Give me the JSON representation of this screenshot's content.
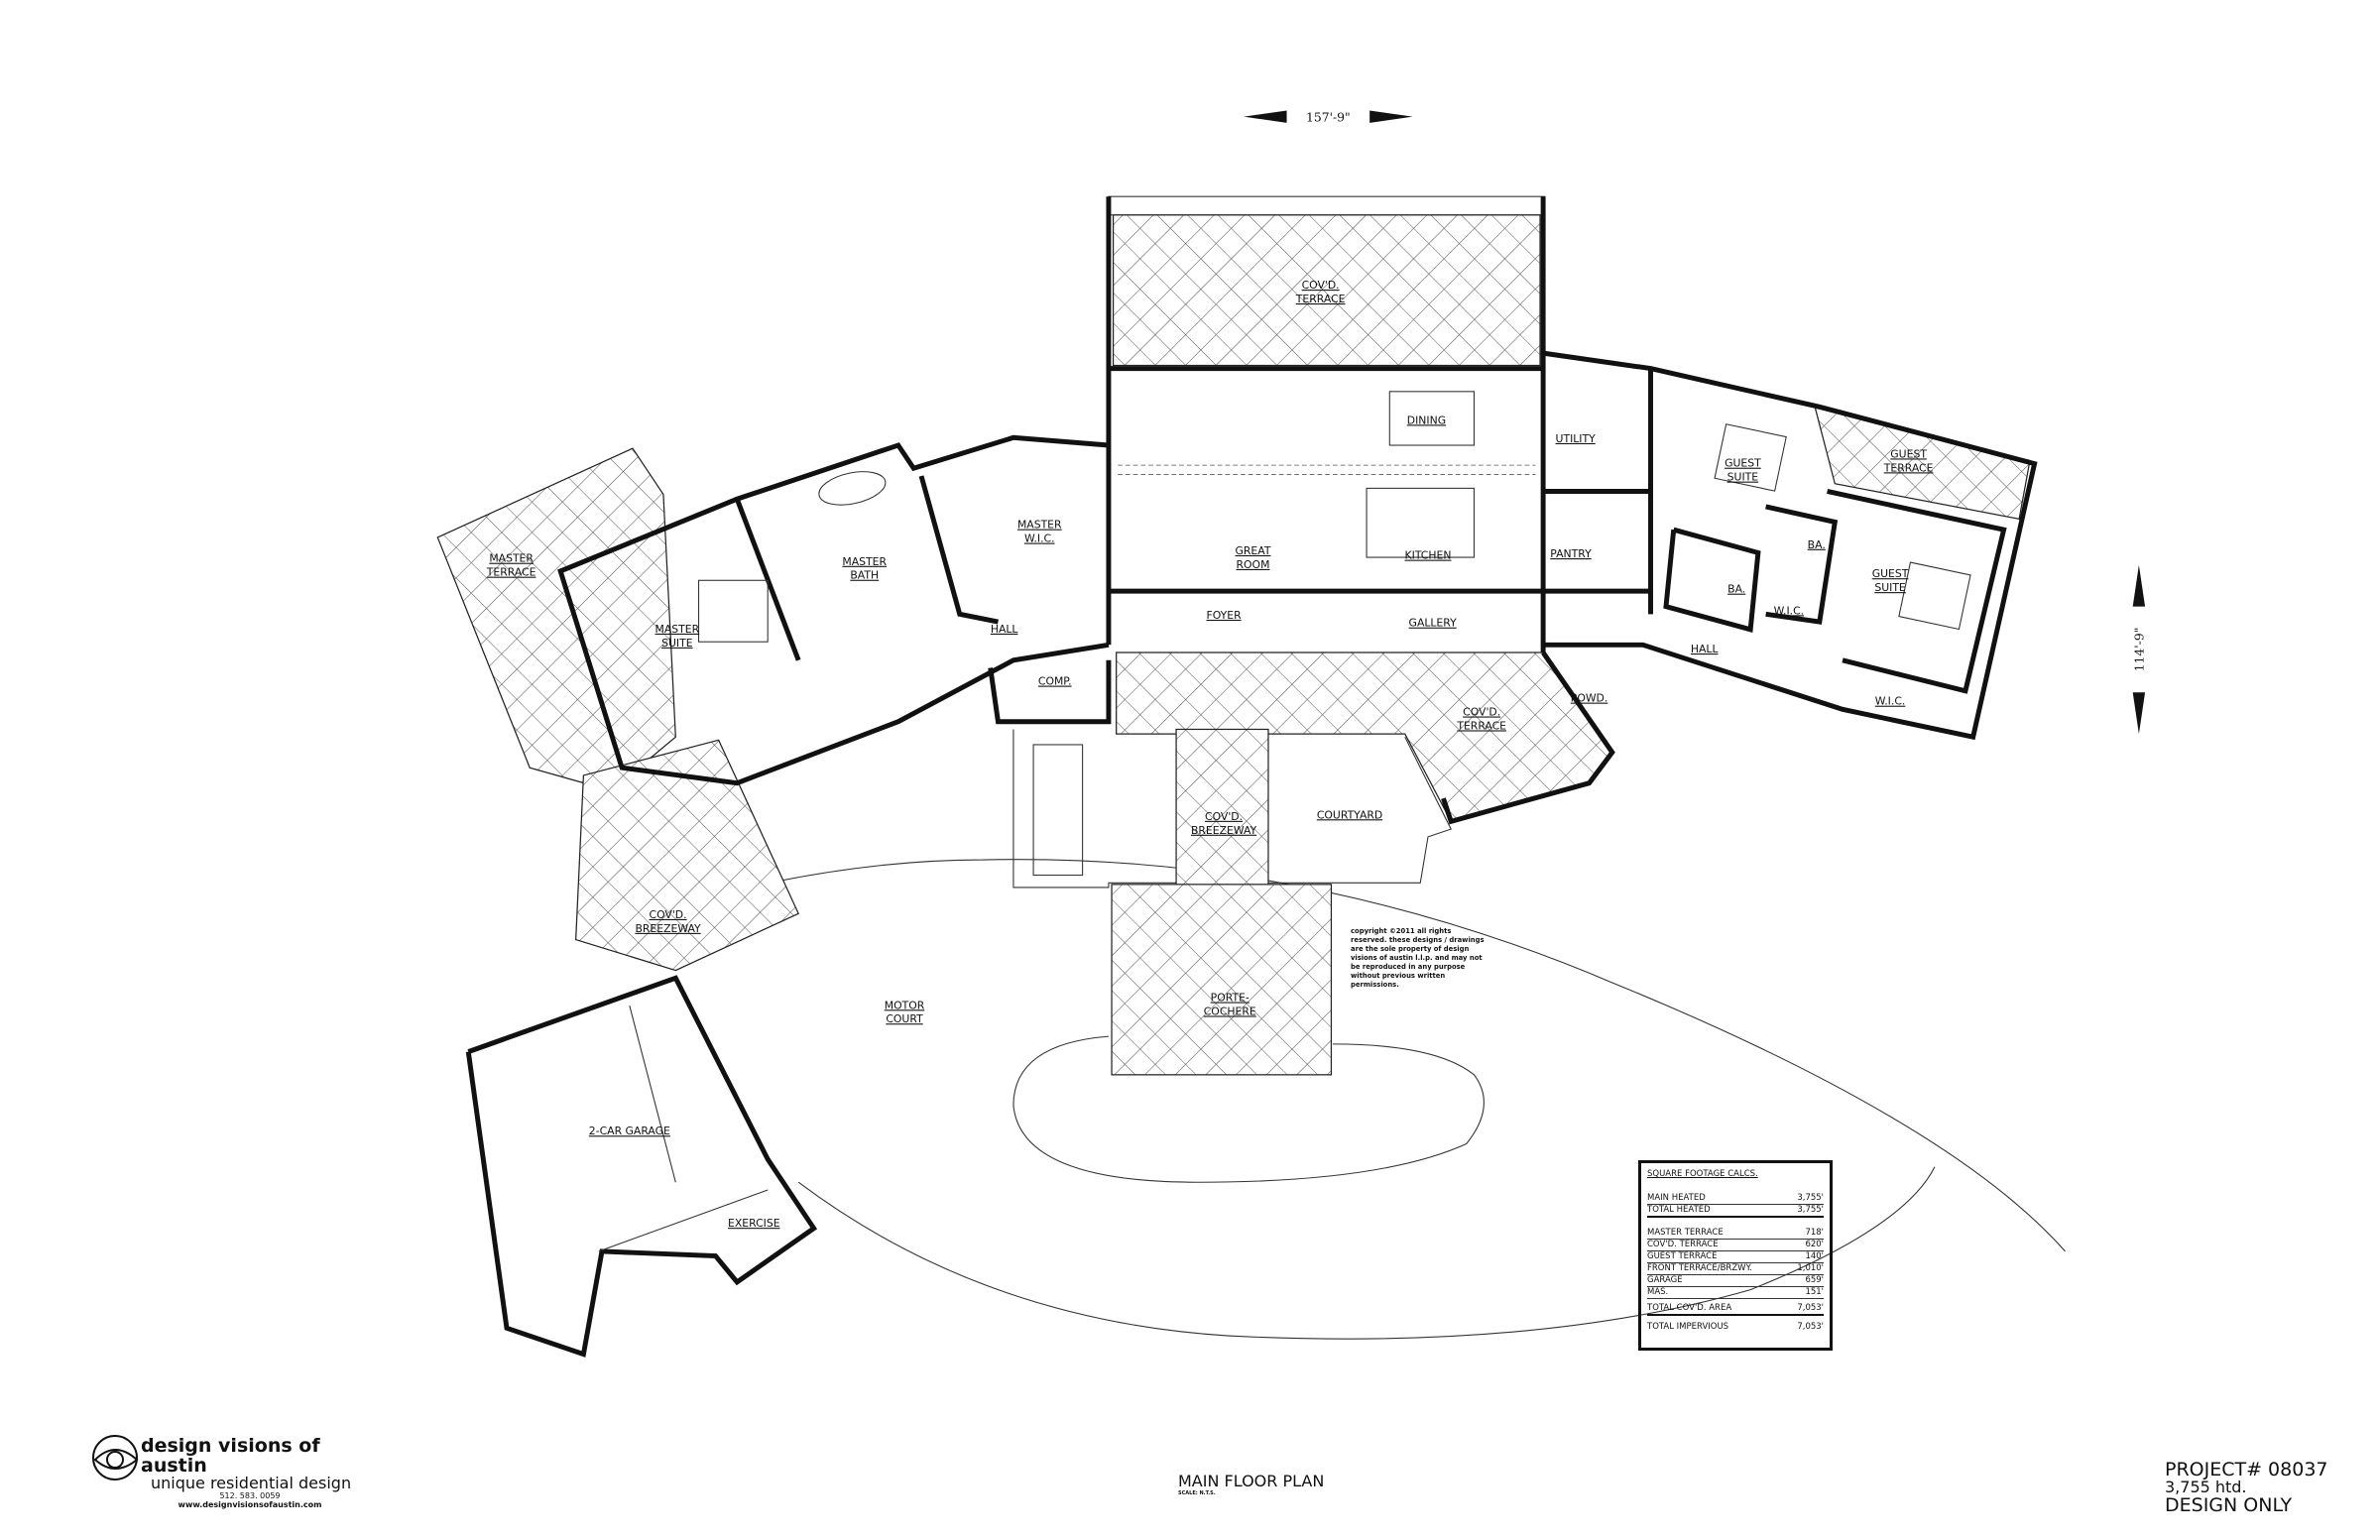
{
  "dimensions": {
    "width": "157'-9\"",
    "depth": "114'-9\""
  },
  "rooms": {
    "covd_terrace_rear": [
      "COV'D.",
      "TERRACE"
    ],
    "dining": "DINING",
    "utility": "UTILITY",
    "guest_suite_1": [
      "GUEST",
      "SUITE"
    ],
    "guest_terrace": [
      "GUEST",
      "TERRACE"
    ],
    "ba_1": "BA.",
    "ba_2": "BA.",
    "wic_guest_1": "W.I.C.",
    "guest_suite_2": [
      "GUEST",
      "SUITE"
    ],
    "hall_right": "HALL",
    "wic_guest_2": "W.I.C.",
    "master_wic": [
      "MASTER",
      "W.I.C."
    ],
    "great_room": [
      "GREAT",
      "ROOM"
    ],
    "kitchen": "KITCHEN",
    "pantry": "PANTRY",
    "master_bath": [
      "MASTER",
      "BATH"
    ],
    "master_terrace": [
      "MASTER",
      "TERRACE"
    ],
    "master_suite": [
      "MASTER",
      "SUITE"
    ],
    "hall_left": "HALL",
    "foyer": "FOYER",
    "gallery": "GALLERY",
    "comp": "COMP.",
    "powd": "POWD.",
    "covd_terrace_front": [
      "COV'D.",
      "TERRACE"
    ],
    "covd_breezeway_center": [
      "COV'D.",
      "BREEZEWAY"
    ],
    "courtyard": "COURTYARD",
    "covd_breezeway_left": [
      "COV'D.",
      "BREEZEWAY"
    ],
    "motor_court": [
      "MOTOR",
      "COURT"
    ],
    "porte_cochere": [
      "PORTE-",
      "COCHERE"
    ],
    "garage": "2-CAR GARAGE",
    "exercise": "EXERCISE"
  },
  "copyright": "copyright ©2011 all rights reserved. these designs / drawings are the sole property of design visions of austin l.l.p. and may not be reproduced in any purpose without previous written permissions.",
  "sqft": {
    "title": "SQUARE FOOTAGE CALCS.",
    "rows": [
      {
        "label": "MAIN HEATED",
        "value": "3,755'"
      },
      {
        "label": "TOTAL HEATED",
        "value": "3,755'"
      },
      {
        "label": "MASTER TERRACE",
        "value": "718'"
      },
      {
        "label": "COV'D. TERRACE",
        "value": "620'"
      },
      {
        "label": "GUEST TERRACE",
        "value": "140'"
      },
      {
        "label": "FRONT TERRACE/BRZWY.",
        "value": "1,010'"
      },
      {
        "label": "GARAGE",
        "value": "659'"
      },
      {
        "label": "MAS.",
        "value": "151'"
      },
      {
        "label": "TOTAL COV'D. AREA",
        "value": "7,053'"
      },
      {
        "label": "TOTAL IMPERVIOUS",
        "value": "7,053'"
      }
    ]
  },
  "logo": {
    "name": "design visions of austin",
    "tagline": "unique residential design",
    "phone": "512. 583. 0059",
    "website": "www.designvisionsofaustin.com"
  },
  "sheet": {
    "title": "MAIN FLOOR PLAN",
    "scale": "SCALE: N.T.S."
  },
  "project": {
    "number": "PROJECT# 08037",
    "heated": "3,755 htd.",
    "status": "DESIGN ONLY"
  }
}
